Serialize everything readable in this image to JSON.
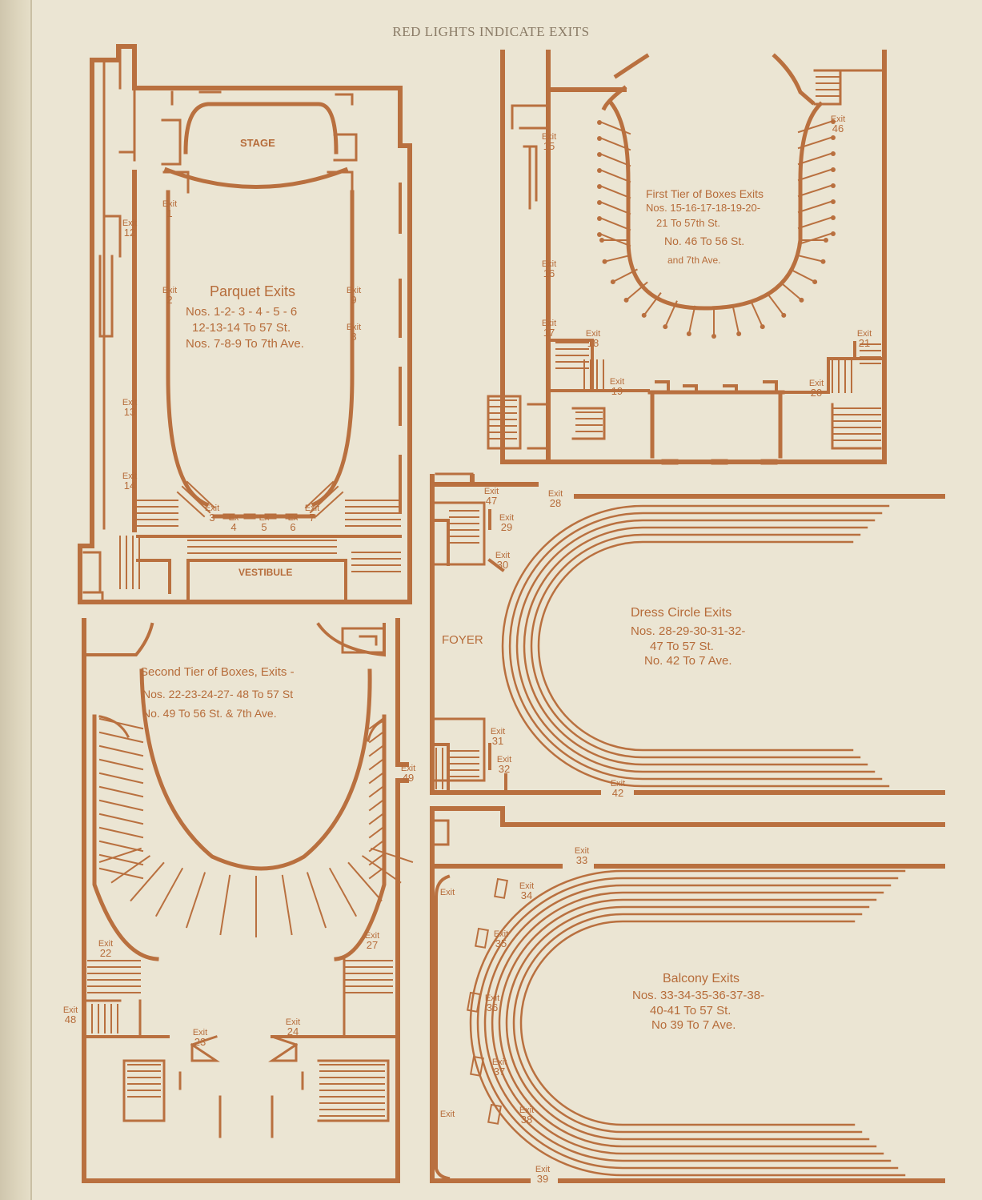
{
  "header": "RED LIGHTS INDICATE EXITS",
  "colors": {
    "ink": "#b9703f",
    "paper": "#ebe5d3"
  },
  "parquet": {
    "stage": "STAGE",
    "vestibule": "VESTIBULE",
    "title": "Parquet Exits",
    "line1": "Nos. 1-2- 3 - 4 - 5 - 6",
    "line2": "12-13-14 To 57 St.",
    "line3": "Nos. 7-8-9 To 7th Ave.",
    "exits": [
      {
        "l": "Exit",
        "n": "1"
      },
      {
        "l": "Exit",
        "n": "2"
      },
      {
        "l": "Exit",
        "n": "9"
      },
      {
        "l": "Exit",
        "n": "8"
      },
      {
        "l": "Exit",
        "n": "12"
      },
      {
        "l": "Exit",
        "n": "13"
      },
      {
        "l": "Exit",
        "n": "14"
      },
      {
        "l": "Exit",
        "n": "3"
      },
      {
        "l": "Ex",
        "n": "4"
      },
      {
        "l": "Ex",
        "n": "5"
      },
      {
        "l": "Ex",
        "n": "6"
      },
      {
        "l": "Exit",
        "n": "7"
      }
    ]
  },
  "first_tier": {
    "title": "First Tier of Boxes Exits",
    "line1": "Nos. 15-16-17-18-19-20-",
    "line2": "21 To 57th St.",
    "line3": "No. 46 To 56 St.",
    "line4": "and 7th Ave.",
    "exits": [
      {
        "l": "Exit",
        "n": "15"
      },
      {
        "l": "Exit",
        "n": "16"
      },
      {
        "l": "Exit",
        "n": "17"
      },
      {
        "l": "Exit",
        "n": "18"
      },
      {
        "l": "Exit",
        "n": "19"
      },
      {
        "l": "Exit",
        "n": "20"
      },
      {
        "l": "Exit",
        "n": "21"
      },
      {
        "l": "Exit",
        "n": "46"
      }
    ]
  },
  "second_tier": {
    "title": "Second Tier of Boxes, Exits -",
    "line1": "Nos. 22-23-24-27- 48 To 57 St",
    "line2": "No. 49 To 56 St. & 7th Ave.",
    "exits": [
      {
        "l": "Exit",
        "n": "22"
      },
      {
        "l": "Exit",
        "n": "27"
      },
      {
        "l": "Exit",
        "n": "48"
      },
      {
        "l": "Exit",
        "n": "49"
      },
      {
        "l": "Exit",
        "n": "23"
      },
      {
        "l": "Exit",
        "n": "24"
      }
    ]
  },
  "dress_circle": {
    "foyer": "FOYER",
    "title": "Dress Circle Exits",
    "line1": "Nos. 28-29-30-31-32-",
    "line2": "47 To 57 St.",
    "line3": "No. 42 To 7 Ave.",
    "exits": [
      {
        "l": "Exit",
        "n": "47"
      },
      {
        "l": "Exit",
        "n": "28"
      },
      {
        "l": "Exit",
        "n": "29"
      },
      {
        "l": "Exit",
        "n": "30"
      },
      {
        "l": "Exit",
        "n": "31"
      },
      {
        "l": "Exit",
        "n": "32"
      },
      {
        "l": "Exit",
        "n": "42"
      }
    ]
  },
  "balcony": {
    "title": "Balcony Exits",
    "line1": "Nos. 33-34-35-36-37-38-",
    "line2": "40-41 To 57 St.",
    "line3": "No 39 To 7 Ave.",
    "exits": [
      {
        "l": "Exit",
        "n": "33"
      },
      {
        "l": "Exit",
        "n": "34"
      },
      {
        "l": "Exit",
        "n": "35"
      },
      {
        "l": "Exit",
        "n": "36"
      },
      {
        "l": "Exit",
        "n": "37"
      },
      {
        "l": "Exit",
        "n": "38"
      },
      {
        "l": "Exit",
        "n": "39"
      },
      {
        "l": "Exit",
        "n": ""
      },
      {
        "l": "Exit",
        "n": ""
      }
    ]
  }
}
